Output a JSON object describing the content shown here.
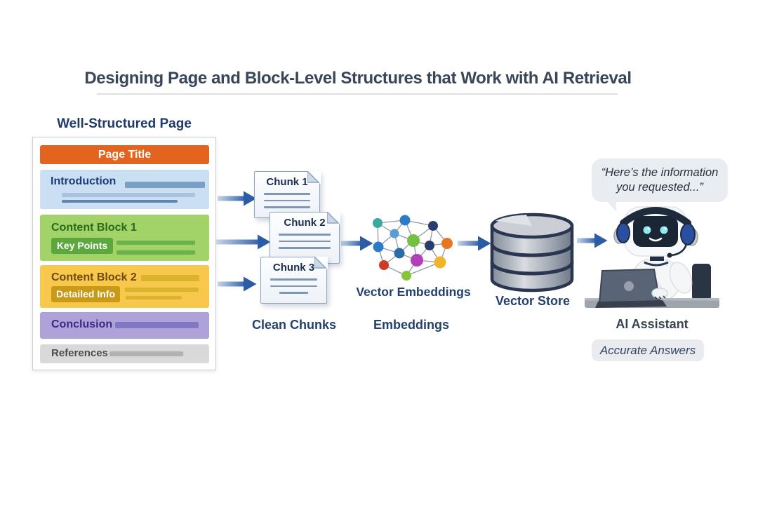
{
  "title": {
    "text": "Designing Page and Block-Level Structures that Work with AI Retrieval"
  },
  "structured_page": {
    "heading": "Well-Structured Page",
    "blocks": {
      "page_title": {
        "label": "Page Title",
        "bg": "#E2641E"
      },
      "introduction": {
        "label": "Introduction",
        "bg": "#CBDFF2"
      },
      "content_block_1": {
        "label": "Content Block 1",
        "badge": "Key Points",
        "bg": "#A2D368",
        "badge_bg": "#5CA83E"
      },
      "content_block_2": {
        "label": "Content Block 2",
        "badge": "Detailed Info",
        "bg": "#F7C84B",
        "badge_bg": "#C89A18"
      },
      "conclusion": {
        "label": "Conclusion",
        "bg": "#AEA2D8"
      },
      "references": {
        "label": "References",
        "bg": "#D9D9D9"
      }
    }
  },
  "chunks": {
    "caption": "Clean Chunks",
    "items": [
      {
        "label": "Chunk 1"
      },
      {
        "label": "Chunk 2"
      },
      {
        "label": "Chunk 3"
      }
    ]
  },
  "embeddings": {
    "label": "Vector Embeddings",
    "caption": "Embeddings"
  },
  "vector_store": {
    "caption": "Vector Store"
  },
  "assistant": {
    "speech_line1": "“Here’s the information",
    "speech_line2": "you requested...”",
    "caption": "AI Assistant",
    "badge": "Accurate Answers"
  },
  "icons": {
    "chunk_document": "document-with-folded-corner",
    "embeddings_network": "colored-node-graph",
    "vector_store_database": "database-cylinder",
    "assistant_robot": "robot-with-headset-and-laptop",
    "flow_arrow": "right-arrow"
  },
  "colors": {
    "caption_navy": "#24406E",
    "title_slate": "#39465A",
    "arrow_dark": "#2D5CA6",
    "arrow_light": "#BFD0E4"
  }
}
